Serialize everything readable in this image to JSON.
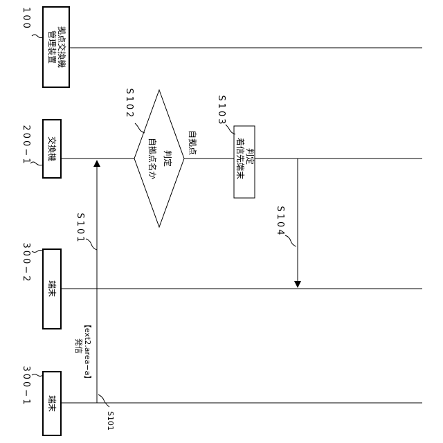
{
  "diagram": {
    "lifelines": [
      {
        "id": "100",
        "ref": "100",
        "name_line1": "拠点交換機",
        "name_line2": "管理装置"
      },
      {
        "id": "200-1",
        "ref": "200−1",
        "name_line1": "交換機"
      },
      {
        "id": "300-2",
        "ref": "300−2",
        "name_line1": "端末"
      },
      {
        "id": "300-1",
        "ref": "300−1",
        "name_line1": "端末"
      }
    ],
    "steps": {
      "s101_top": "S101",
      "s101_bottom": "S101",
      "s102": "S102",
      "s103": "S103",
      "s104": "S104"
    },
    "decision": {
      "line1": "自拠点名か",
      "line2": "判定",
      "branch_label": "自拠点"
    },
    "process_s103": {
      "line1": "着信先端末",
      "line2": "判定"
    },
    "message_s101": {
      "line1": "発信",
      "line2": "【ext2.area−a】"
    }
  }
}
